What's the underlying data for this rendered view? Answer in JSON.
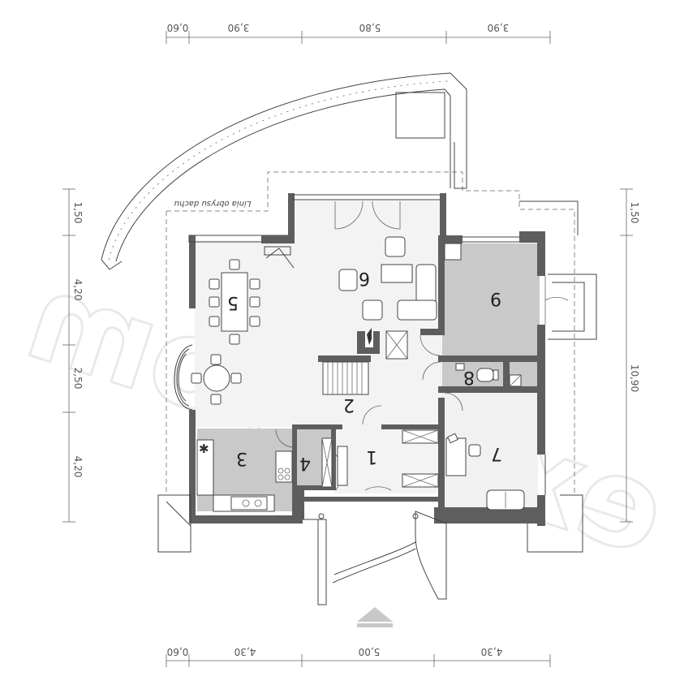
{
  "watermark": "extradom",
  "dimensions": {
    "top": [
      "0,60",
      "3,90",
      "5,80",
      "3,90"
    ],
    "bottom": [
      "0,60",
      "4,30",
      "5,00",
      "4,30"
    ],
    "left": [
      "1,50",
      "4,20",
      "2,50",
      "4,20"
    ],
    "right": [
      "1,50",
      "10,90"
    ]
  },
  "roof_line_label": "Linia obrysu dachu",
  "rooms": [
    "1",
    "2",
    "3",
    "4",
    "5",
    "6",
    "7",
    "8",
    "9"
  ]
}
